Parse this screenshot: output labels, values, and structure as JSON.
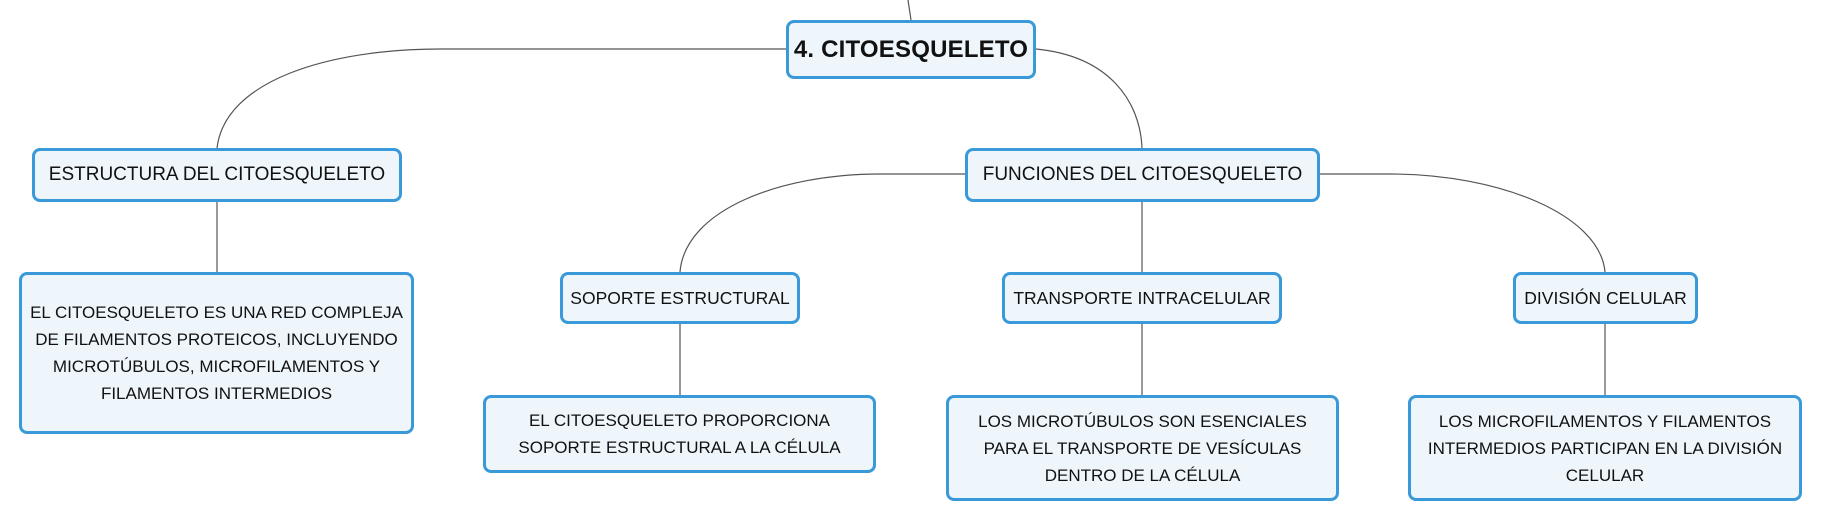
{
  "map": {
    "central_topic": "4. CITOESQUELETO",
    "branches": [
      {
        "label": "ESTRUCTURA DEL CITOESQUELETO",
        "detail": "EL CITOESQUELETO ES UNA RED COMPLEJA DE FILAMENTOS PROTEICOS, INCLUYENDO MICROTÚBULOS, MICROFILAMENTOS Y FILAMENTOS INTERMEDIOS"
      },
      {
        "label": "FUNCIONES DEL CITOESQUELETO",
        "subtopics": [
          {
            "label": "SOPORTE ESTRUCTURAL",
            "detail": "EL CITOESQUELETO PROPORCIONA SOPORTE ESTRUCTURAL A LA CÉLULA"
          },
          {
            "label": "TRANSPORTE INTRACELULAR",
            "detail": "LOS MICROTÚBULOS SON ESENCIALES PARA EL TRANSPORTE DE VESÍCULAS DENTRO DE LA CÉLULA"
          },
          {
            "label": "DIVISIÓN CELULAR",
            "detail": "LOS MICROFILAMENTOS Y FILAMENTOS INTERMEDIOS PARTICIPAN EN LA DIVISIÓN CELULAR"
          }
        ]
      }
    ]
  },
  "colors": {
    "node_border": "#3a9ad9",
    "node_fill": "#eef6fc",
    "connector": "#555555",
    "text": "#111111"
  }
}
